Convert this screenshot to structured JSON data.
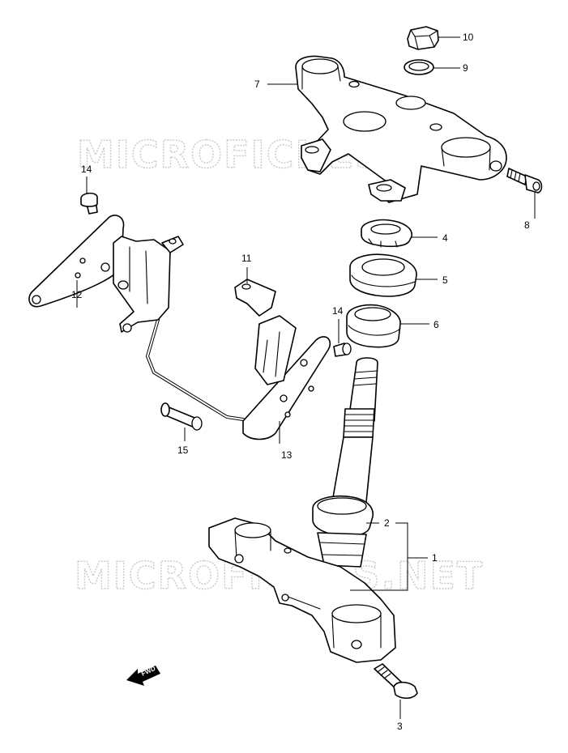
{
  "watermark": "MICROFICHES.NET",
  "fwd_label": "FWD",
  "callouts": {
    "c1": "1",
    "c2": "2",
    "c3": "3",
    "c4": "4",
    "c5": "5",
    "c6": "6",
    "c7": "7",
    "c8": "8",
    "c9": "9",
    "c10": "10",
    "c11": "11",
    "c12": "12",
    "c13": "13",
    "c14a": "14",
    "c14b": "14",
    "c15": "15"
  }
}
